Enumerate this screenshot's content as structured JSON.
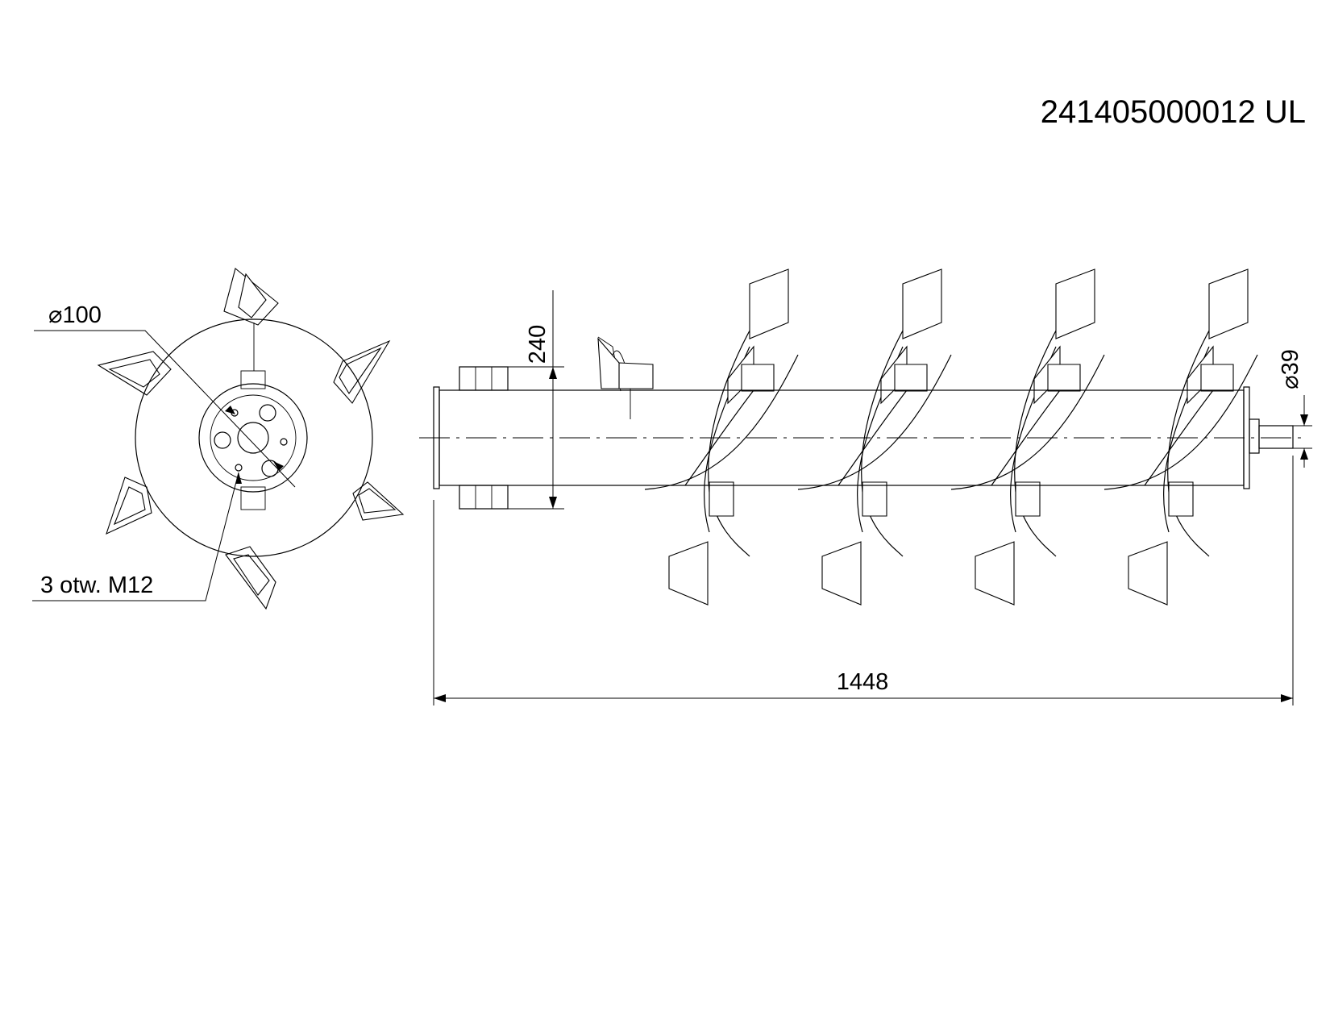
{
  "part_number": "241405000012 UL",
  "end_view": {
    "flange_diameter_label": "⌀100",
    "holes_label": "3 otw. M12"
  },
  "side_view": {
    "height_dimension": "240",
    "shaft_diameter_label": "⌀39",
    "overall_length": "1448"
  }
}
